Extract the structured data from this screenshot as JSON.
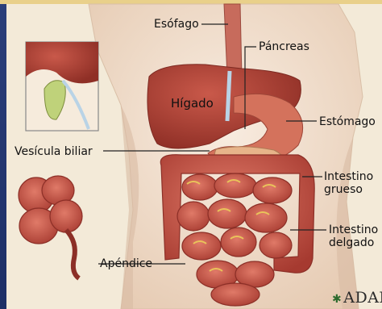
{
  "labels": {
    "esofago": "Esófago",
    "pancreas": "Páncreas",
    "higado": "Hígado",
    "estomago": "Estómago",
    "vesicula": "Vesícula biliar",
    "intestino_grueso_1": "Intestino",
    "intestino_grueso_2": "grueso",
    "intestino_delgado_1": "Intestino",
    "intestino_delgado_2": "delgado",
    "apendice": "Apéndice"
  },
  "logo": {
    "text": "ADAM",
    "icon": "adam-star-icon"
  },
  "colors": {
    "skin": "#f2e1cf",
    "liver": "#b8483a",
    "stomach": "#d06850",
    "intestine": "#c8574a",
    "frame": "#2b3f7a",
    "leader": "#222222"
  }
}
